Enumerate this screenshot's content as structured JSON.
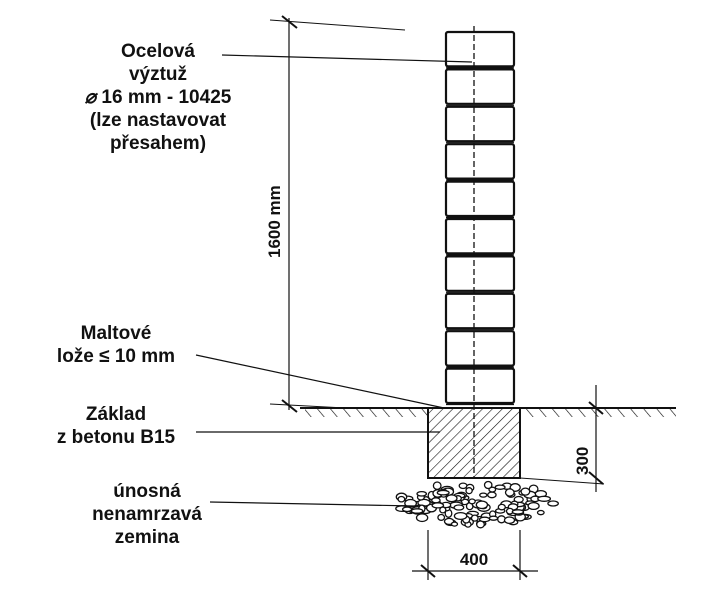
{
  "labels": {
    "reinforcement": {
      "line1": "Ocelová",
      "line2": "výztuž",
      "line3": "16 mm - 10425",
      "diameter_symbol": "⌀",
      "line4": "(lze nastavovat",
      "line5": "přesahem)"
    },
    "mortar_bed": {
      "line1": "Maltové",
      "line2": "lože ≤ 10 mm"
    },
    "foundation": {
      "line1": "Základ",
      "line2": "z betonu B15"
    },
    "soil": {
      "line1": "únosná",
      "line2": "nenamrzavá",
      "line3": "zemina"
    }
  },
  "dimensions": {
    "height": "1600 mm",
    "foundation_depth": "300",
    "foundation_width": "400"
  },
  "column": {
    "block_count": 10
  },
  "colors": {
    "ink": "#111111",
    "background": "#ffffff"
  }
}
